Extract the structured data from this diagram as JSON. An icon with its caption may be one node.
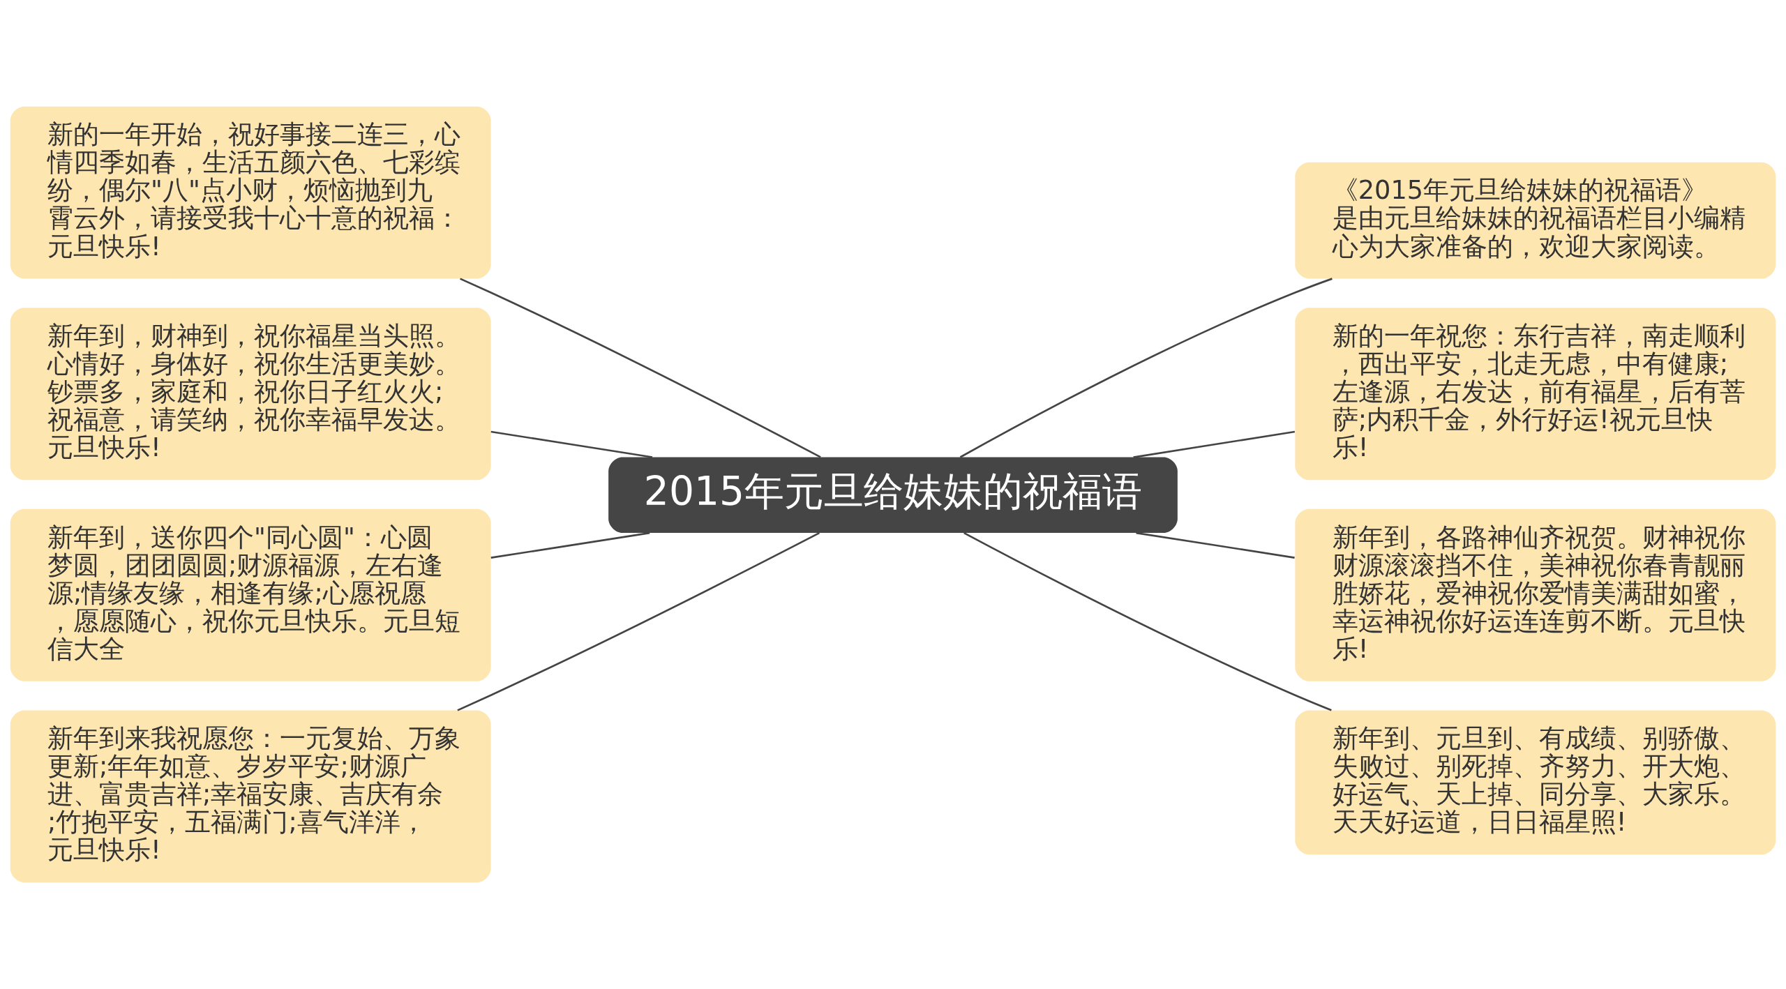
{
  "diagram": {
    "nodes": [
      {
        "text": [
          "2015年元旦给妹妹的祝福语"
        ]
      },
      {
        "text": [
          "新的一年开始，祝好事接二连三，心情四季如春，生活五颜六色、七彩缤纷，偶尔\"八\"点小财，烦恼抛到九霄云外，请接受我十心十意的祝福：元旦快乐!"
        ]
      },
      {
        "text": [
          "新年到，财神到，祝你福星当头照。心情好，身体好，祝你生活更美妙。钞票多，家庭和，祝你日子红火火;祝福意，请笑纳，祝你幸福早发达。元旦快乐!"
        ]
      },
      {
        "text": [
          "新年到，送你四个\"同心圆\"：心圆梦圆，团团圆圆;财源福源，左右逢源;情缘友缘，相逢有缘;心愿祝愿，愿愿随心，祝你元旦快乐。元旦短信大全"
        ]
      },
      {
        "text": [
          "新年到来我祝愿您：一元复始、万象更新;年年如意、岁岁平安;财源广进、富贵吉祥;幸福安康、吉庆有余;竹抱平安，五福满门;喜气洋洋，元旦快乐!"
        ]
      },
      {
        "text": [
          "《2015年元旦给妹妹的祝福语》是由元旦给妹妹的祝福语栏目小编精心为大家准备的，欢迎大家阅读。"
        ]
      },
      {
        "text": [
          "新的一年祝您：东行吉祥，南走顺利，西出平安，北走无虑，中有健康;左逢源，右发达，前有福星，后有菩萨;内积千金，外行好运!祝元旦快乐!"
        ]
      },
      {
        "text": [
          "新年到，各路神仙齐祝贺。财神祝你财源滚滚挡不住，美神祝你春青靓丽胜娇花，爱神祝你爱情美满甜如蜜，幸运神祝你好运连连剪不断。元旦快乐!"
        ]
      },
      {
        "text": [
          "新年到、元旦到、有成绩、别骄傲、失败过、别死掉、齐努力、开大炮、好运气、天上掉、同分享、大家乐。天天好运道，日日福星照!"
        ]
      }
    ],
    "edges": [
      {
        "from": 0,
        "to": 1,
        "arrow": "none"
      },
      {
        "from": 0,
        "to": 2,
        "arrow": "none"
      },
      {
        "from": 0,
        "to": 3,
        "arrow": "none"
      },
      {
        "from": 0,
        "to": 4,
        "arrow": "none"
      },
      {
        "from": 0,
        "to": 5,
        "arrow": "none"
      },
      {
        "from": 0,
        "to": 6,
        "arrow": "none"
      },
      {
        "from": 0,
        "to": 7,
        "arrow": "none"
      },
      {
        "from": 0,
        "to": 8,
        "arrow": "none"
      }
    ]
  }
}
